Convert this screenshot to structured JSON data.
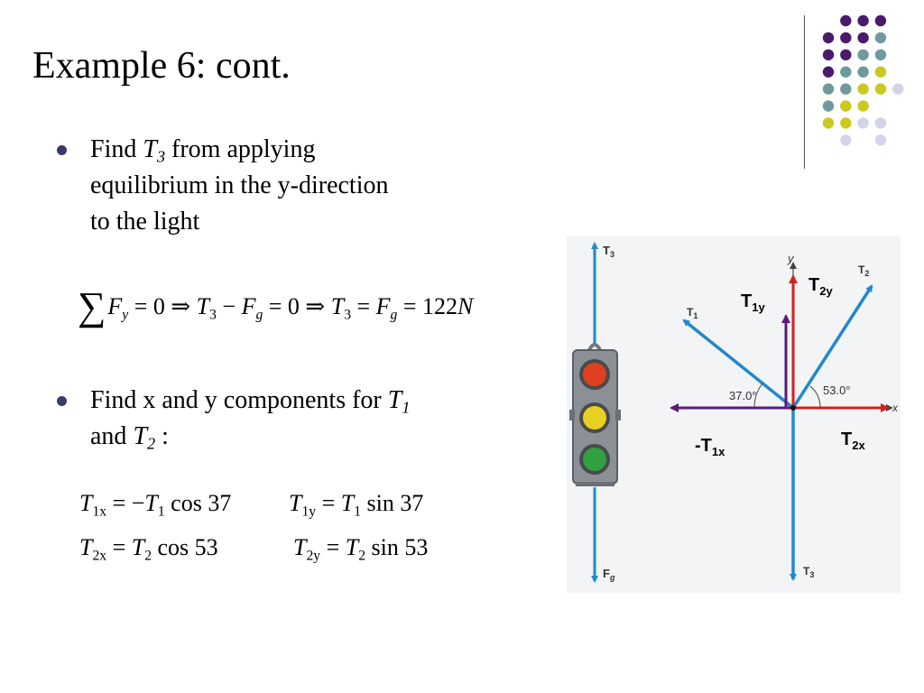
{
  "slide": {
    "title": "Example 6: cont."
  },
  "bullets": [
    {
      "pre": "Find ",
      "var": "T",
      "var_sub": "3",
      "line1_rest": " from applying",
      "line2": "equilibrium in the y-direction",
      "line3": "to the light"
    },
    {
      "line1_pre": "Find x and y components for ",
      "var1": "T",
      "var1_sub": "1",
      "line2_pre": "and ",
      "var2": "T",
      "var2_sub": "2",
      "line2_post": " :"
    }
  ],
  "equation_sum": {
    "sigma": "∑",
    "F": "F",
    "y": "y",
    "eq0a": " = 0 ⇒ ",
    "T": "T",
    "three": "3",
    "minus": " − ",
    "Fg": "F",
    "g": "g",
    "eq0b": " = 0 ⇒ ",
    "eq": " = ",
    "value": " = 122",
    "unit": "N"
  },
  "components": [
    {
      "lhs": "T",
      "lhs_sub": "1x",
      "rel": " = −",
      "rhs": "T",
      "rhs_sub": "1",
      "fn": " cos 37"
    },
    {
      "lhs": "T",
      "lhs_sub": "1y",
      "rel": " = ",
      "rhs": "T",
      "rhs_sub": "1",
      "fn": " sin 37"
    },
    {
      "lhs": "T",
      "lhs_sub": "2x",
      "rel": " = ",
      "rhs": "T",
      "rhs_sub": "2",
      "fn": " cos 53"
    },
    {
      "lhs": "T",
      "lhs_sub": "2y",
      "rel": " = ",
      "rhs": "T",
      "rhs_sub": "2",
      "fn": " sin 53"
    }
  ],
  "diagram": {
    "left_top": "T",
    "left_top_sub": "3",
    "left_bottom": "F",
    "left_bottom_sub": "g",
    "axis_y": "y",
    "axis_x": "x",
    "t1": "T",
    "t1_sub": "1",
    "t2": "T",
    "t2_sub": "2",
    "t3": "T",
    "t3_sub": "3",
    "angle_left": "37.0°",
    "angle_right": "53.0°",
    "t1y": "T",
    "t1y_sub": "1y",
    "t2y": "T",
    "t2y_sub": "2y",
    "t1x": "-T",
    "t1x_sub": "1x",
    "t2x": "T",
    "t2x_sub": "2x"
  },
  "colors": {
    "purple": "#4a1a6b",
    "teal": "#6f9a9c",
    "olive": "#c9c91e",
    "lavender": "#d4d4e8",
    "vector_blue": "#2288cc",
    "red": "#d42020",
    "violet": "#5a1a7a"
  }
}
